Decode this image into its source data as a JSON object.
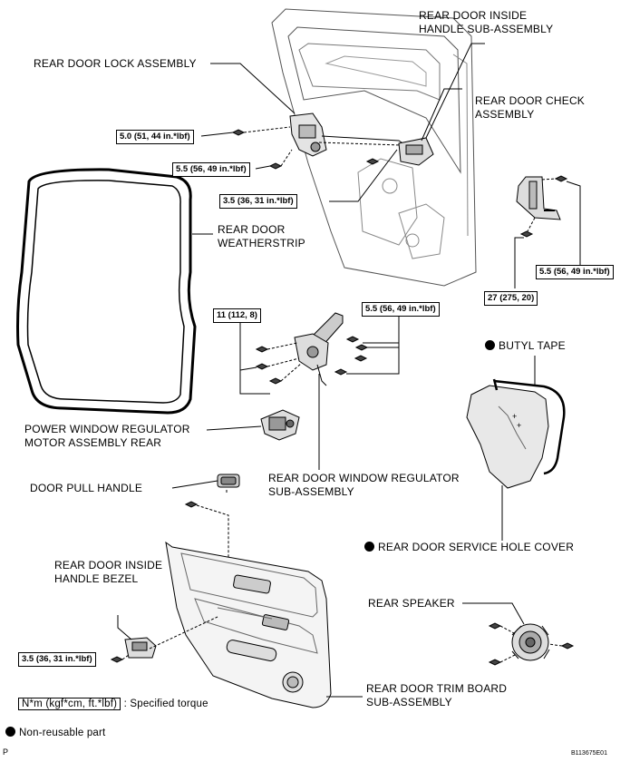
{
  "labels": {
    "inside_handle": "REAR DOOR INSIDE\nHANDLE SUB-ASSEMBLY",
    "lock_assembly": "REAR DOOR LOCK ASSEMBLY",
    "check_assembly": "REAR DOOR CHECK\nASSEMBLY",
    "weatherstrip": "REAR DOOR\nWEATHERSTRIP",
    "butyl_tape": "BUTYL TAPE",
    "motor": "POWER WINDOW REGULATOR\nMOTOR ASSEMBLY REAR",
    "window_regulator": "REAR DOOR WINDOW REGULATOR\nSUB-ASSEMBLY",
    "pull_handle": "DOOR PULL HANDLE",
    "service_hole_cover": "REAR DOOR SERVICE HOLE COVER",
    "handle_bezel": "REAR DOOR INSIDE\nHANDLE BEZEL",
    "rear_speaker": "REAR SPEAKER",
    "trim_board": "REAR DOOR TRIM BOARD\nSUB-ASSEMBLY"
  },
  "torques": {
    "t_lock_top": "5.0 (51, 44 in.*lbf)",
    "t_lock_mid": "5.5 (56, 49 in.*lbf)",
    "t_handle": "3.5 (36, 31 in.*lbf)",
    "t_check_right": "5.5 (56, 49 in.*lbf)",
    "t_check_bottom": "27 (275, 20)",
    "t_regulator_left": "11 (112, 8)",
    "t_regulator_right": "5.5 (56, 49 in.*lbf)",
    "t_bezel": "3.5 (36, 31 in.*lbf)"
  },
  "legend": {
    "torque_unit": "N*m (kgf*cm, ft.*lbf)",
    "torque_desc": ": Specified torque",
    "nonreusable": "Non-reusable part"
  },
  "corner": {
    "left_code": "P",
    "figure_id": "B113675E01"
  }
}
